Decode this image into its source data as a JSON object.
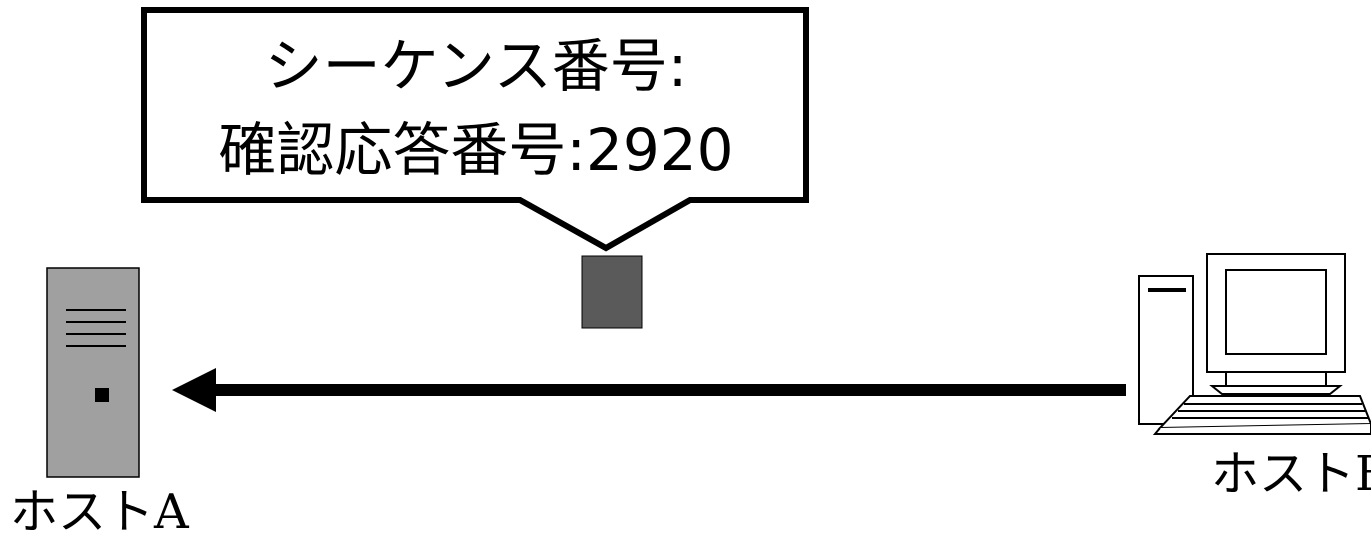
{
  "callout": {
    "line1": "シーケンス番号:",
    "line2": "確認応答番号:2920"
  },
  "hosts": {
    "a": {
      "label": "ホストA",
      "icon": "server-tower-icon"
    },
    "b": {
      "label": "ホストB",
      "icon": "desktop-computer-icon"
    }
  },
  "packet": {
    "icon": "packet-icon",
    "color": "#5a5a5a"
  },
  "arrow": {
    "direction": "B-to-A"
  },
  "colors": {
    "server": "#a0a0a0",
    "packet": "#5a5a5a",
    "line": "#000000",
    "background": "#ffffff"
  }
}
